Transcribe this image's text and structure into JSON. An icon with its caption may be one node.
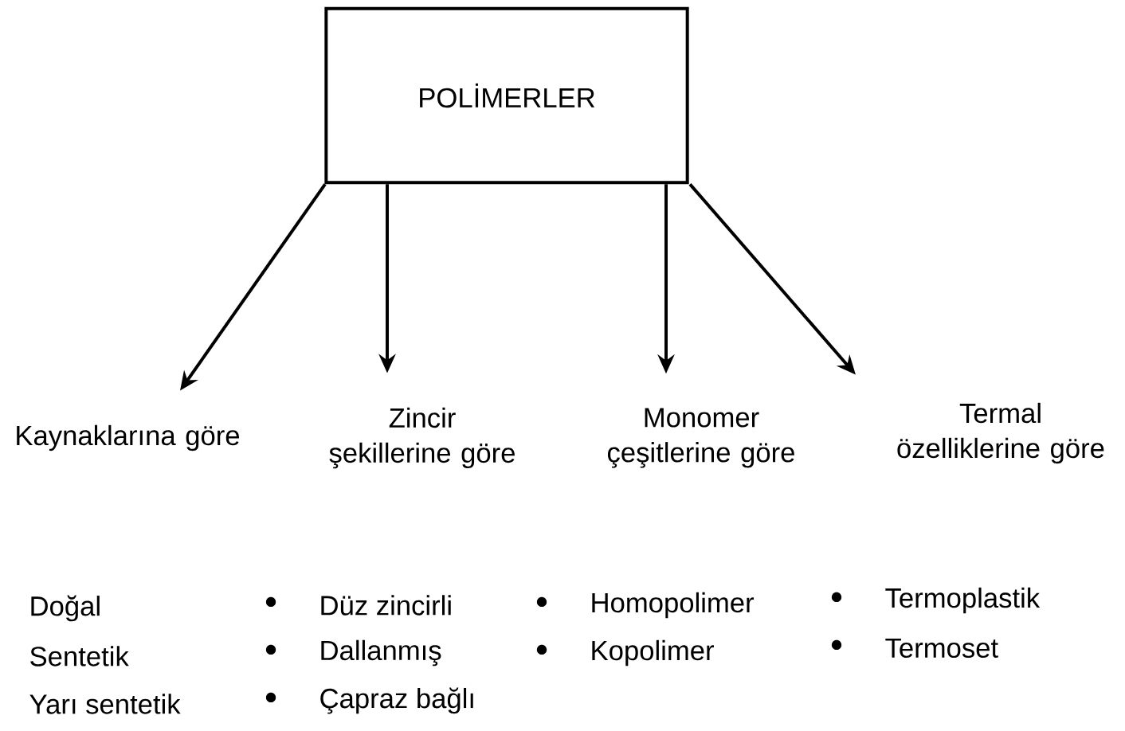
{
  "diagram": {
    "nodes": [
      {
        "text": [
          "POLİMERLER"
        ]
      },
      {
        "text": [
          "Kaynaklarına göre"
        ]
      },
      {
        "text": [
          "Zincir şekillerine göre"
        ]
      },
      {
        "text": [
          "Monomer çeşitlerine göre"
        ]
      },
      {
        "text": [
          "Termal özelliklerine göre"
        ]
      }
    ],
    "edges": [
      {
        "from": 0,
        "to": 1,
        "arrow": "to"
      },
      {
        "from": 0,
        "to": 2,
        "arrow": "to"
      },
      {
        "from": 0,
        "to": 3,
        "arrow": "to"
      },
      {
        "from": 0,
        "to": 4,
        "arrow": "to"
      }
    ],
    "labels": [
      "Doğal",
      "Düz zincirli",
      "Homopolimer",
      "Termoplastik",
      "Sentetik",
      "Dallanmış",
      "Kopolimer",
      "Termoset",
      "Yarı sentetik",
      "Çapraz bağlı"
    ]
  }
}
